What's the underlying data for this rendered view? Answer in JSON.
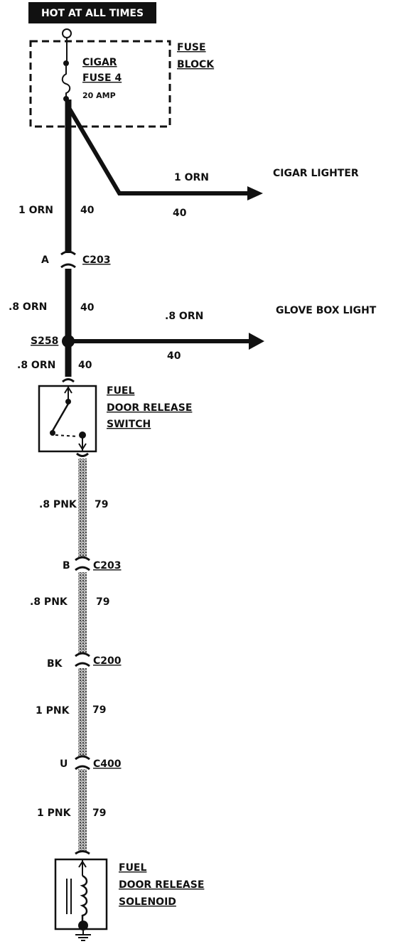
{
  "header": {
    "label": "HOT AT ALL TIMES"
  },
  "fuse_block": {
    "title_line1": "FUSE",
    "title_line2": "BLOCK",
    "fuse_line1": "CIGAR",
    "fuse_line2": "FUSE 4",
    "rating": "20 AMP"
  },
  "branches": {
    "cigar": {
      "wire": "1 ORN",
      "circuit": "40",
      "destination": "CIGAR LIGHTER"
    },
    "glove": {
      "wire": ".8 ORN",
      "circuit": "40",
      "destination": "GLOVE BOX LIGHT"
    }
  },
  "main_wires": {
    "w1": {
      "wire": "1 ORN",
      "circuit": "40"
    },
    "w2": {
      "wire": ".8 ORN",
      "circuit": "40"
    },
    "w3": {
      "wire": ".8 ORN",
      "circuit": "40"
    },
    "w4": {
      "wire": ".8 PNK",
      "circuit": "79"
    },
    "w5": {
      "wire": ".8 PNK",
      "circuit": "79"
    },
    "w6": {
      "wire": "1 PNK",
      "circuit": "79"
    },
    "w7": {
      "wire": "1 PNK",
      "circuit": "79"
    }
  },
  "connectors": {
    "c1": {
      "pin": "A",
      "name": "C203"
    },
    "c2": {
      "pin": "B",
      "name": "C203"
    },
    "c3": {
      "pin": "BK",
      "name": "C200"
    },
    "c4": {
      "pin": "U",
      "name": "C400"
    }
  },
  "splice": {
    "name": "S258"
  },
  "switch": {
    "line1": "FUEL",
    "line2": "DOOR RELEASE",
    "line3": "SWITCH"
  },
  "solenoid": {
    "line1": "FUEL",
    "line2": "DOOR RELEASE",
    "line3": "SOLENOID"
  },
  "colors": {
    "wire": "#111111",
    "pink_wire": "#8a8a8a",
    "background": "#ffffff"
  }
}
